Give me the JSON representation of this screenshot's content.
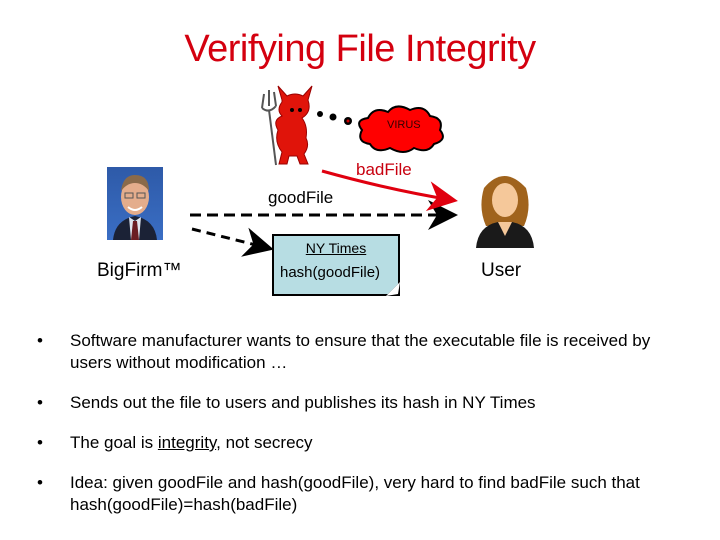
{
  "slide": {
    "title": "Verifying File Integrity",
    "title_color": "#d4000f"
  },
  "diagram": {
    "virus_label": "VIRUS",
    "bad_file_label": "badFile",
    "good_file_label": "goodFile",
    "sender_label": "BigFirm™",
    "receiver_label": "User",
    "nyt": {
      "heading": "NY Times",
      "content": "hash(goodFile)",
      "fill": "#b7dde3"
    },
    "colors": {
      "bad_arrow": "#e0000f",
      "good_arrow": "#000000",
      "virus_cloud": "#ff0000"
    }
  },
  "bullets": [
    {
      "text": "Software manufacturer wants to ensure that the executable file is received by users without modification …"
    },
    {
      "text": "Sends out the file to users and publishes its hash in NY Times"
    },
    {
      "pre": "The goal is ",
      "underlined": "integrity",
      "post": ", not secrecy"
    },
    {
      "text": "Idea: given goodFile and hash(goodFile), very hard to find badFile such that hash(goodFile)=hash(badFile)"
    }
  ]
}
